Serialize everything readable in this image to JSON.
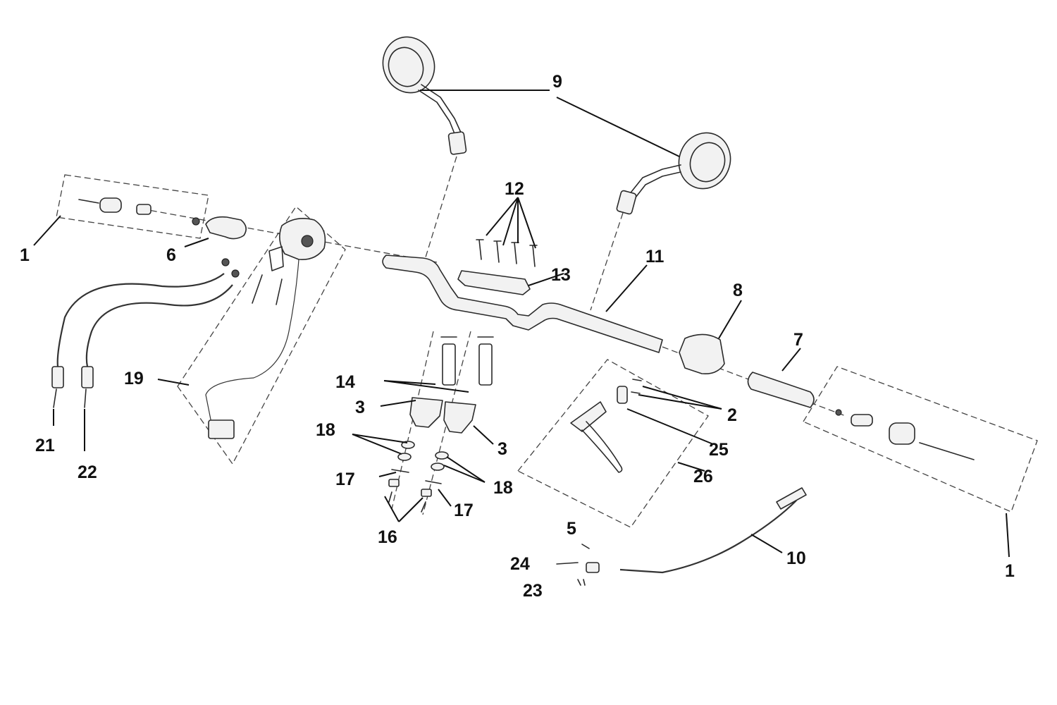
{
  "callouts": {
    "c1_left": "1",
    "c1_right": "1",
    "c2": "2",
    "c3_left": "3",
    "c3_right": "3",
    "c5": "5",
    "c6": "6",
    "c7": "7",
    "c8": "8",
    "c9": "9",
    "c10": "10",
    "c11": "11",
    "c12": "12",
    "c13": "13",
    "c14": "14",
    "c16": "16",
    "c17_left": "17",
    "c17_right": "17",
    "c18_left": "18",
    "c18_right": "18",
    "c19": "19",
    "c21": "21",
    "c22": "22",
    "c23": "23",
    "c24": "24",
    "c25": "25",
    "c26": "26"
  },
  "colors": {
    "line": "#2a2a2a",
    "background": "#ffffff"
  }
}
